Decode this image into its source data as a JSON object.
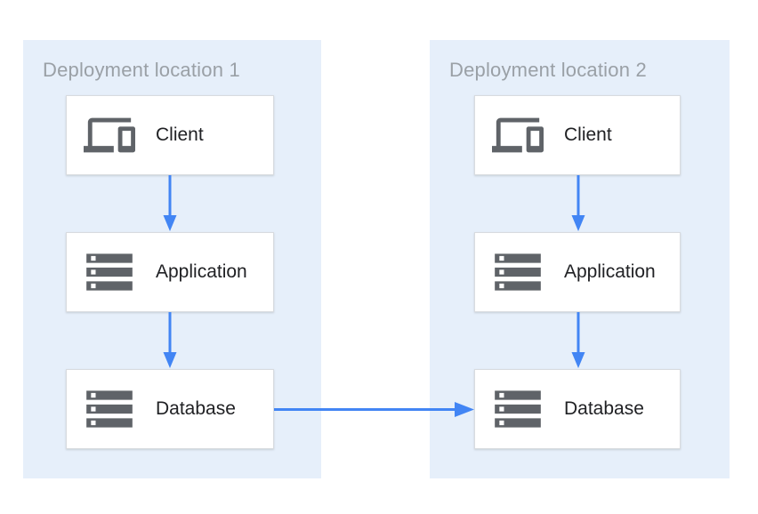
{
  "diagram": {
    "panels": [
      {
        "title": "Deployment location 1",
        "nodes": [
          {
            "id": "client",
            "label": "Client",
            "icon": "devices-icon"
          },
          {
            "id": "application",
            "label": "Application",
            "icon": "storage-icon"
          },
          {
            "id": "database",
            "label": "Database",
            "icon": "storage-icon"
          }
        ]
      },
      {
        "title": "Deployment location 2",
        "nodes": [
          {
            "id": "client",
            "label": "Client",
            "icon": "devices-icon"
          },
          {
            "id": "application",
            "label": "Application",
            "icon": "storage-icon"
          },
          {
            "id": "database",
            "label": "Database",
            "icon": "storage-icon"
          }
        ]
      }
    ],
    "connections": [
      {
        "from": "location-1-client",
        "to": "location-1-application",
        "direction": "down"
      },
      {
        "from": "location-1-application",
        "to": "location-1-database",
        "direction": "down"
      },
      {
        "from": "location-2-client",
        "to": "location-2-application",
        "direction": "down"
      },
      {
        "from": "location-2-application",
        "to": "location-2-database",
        "direction": "down"
      },
      {
        "from": "location-1-database",
        "to": "location-2-database",
        "direction": "right"
      }
    ],
    "colors": {
      "page_bg": "#ffffff",
      "panel_bg": "#e6effa",
      "node_bg": "#ffffff",
      "node_border": "#d8dbdf",
      "arrow": "#4285f4",
      "icon": "#5f6368",
      "title_text": "#9aa0a6",
      "label_text": "#202124"
    }
  }
}
